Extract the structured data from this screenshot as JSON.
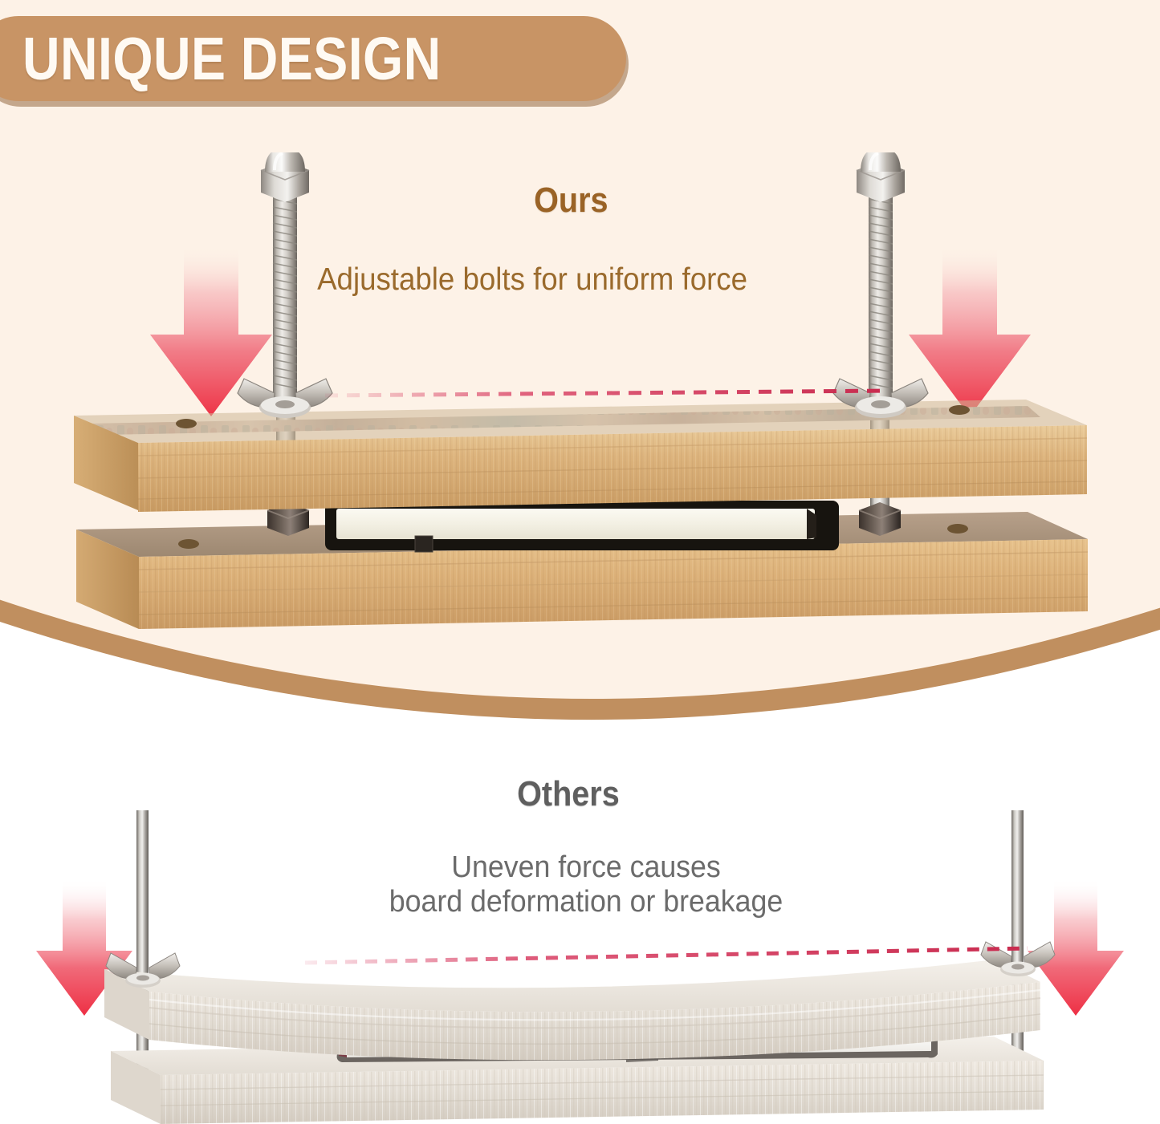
{
  "banner": {
    "title": "UNIQUE DESIGN",
    "bg_color": "#c89465",
    "text_color": "#fffaf3"
  },
  "background": {
    "top_panel_color": "#fdf2e7",
    "bottom_panel_color": "#ffffff",
    "arc_stroke_color": "#c08f5f"
  },
  "sections": {
    "ours": {
      "heading": "Ours",
      "heading_color": "#9a6326",
      "caption": "Adjustable bolts for uniform force",
      "caption_color": "#9a6a2c",
      "board_material": "bamboo",
      "board_color": "#dcb179",
      "reference_line_color": "#d6335a",
      "reference_line_style": "dashed",
      "board_state": "flat",
      "hardware": {
        "bolt_type": "threaded-bolt",
        "top_fastener": "acorn-cap-nut",
        "bottom_fastener": "wing-nut",
        "bolt_count": 2
      },
      "pressed_item": {
        "type": "notebook",
        "cover_color": "#1d1a18",
        "page_color": "#f6f4ea"
      },
      "arrows": {
        "count": 2,
        "color": "#ef4055",
        "direction": "down"
      }
    },
    "others": {
      "heading": "Others",
      "heading_color": "#5f5f5f",
      "caption_line1": "Uneven force causes",
      "caption_line2": "board deformation or breakage",
      "caption_color": "#6b6b6b",
      "board_material": "plain wood",
      "board_color": "#e8e2da",
      "reference_line_color": "#d6335a",
      "reference_line_style": "dashed",
      "board_state": "warped",
      "hardware": {
        "bolt_type": "thin-rod",
        "top_fastener": "none",
        "bottom_fastener": "wing-nut",
        "bolt_count": 2
      },
      "pressed_item": {
        "type": "notebook",
        "cover_color": "#6b6560",
        "page_color": "#fbfbfa"
      },
      "arrows": {
        "count": 2,
        "color": "#ee3b4f",
        "direction": "down"
      }
    }
  }
}
